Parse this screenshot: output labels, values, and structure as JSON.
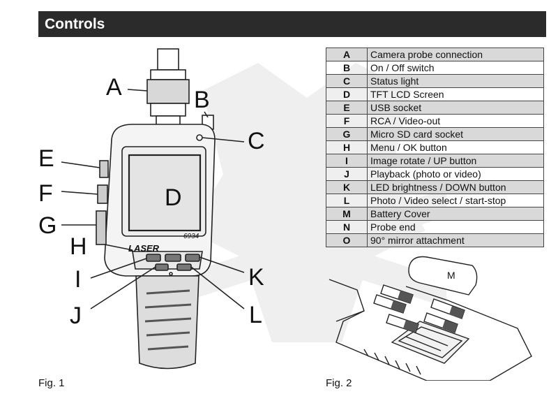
{
  "header": {
    "title": "Controls"
  },
  "legend": [
    {
      "key": "A",
      "desc": "Camera probe connection"
    },
    {
      "key": "B",
      "desc": "On / Off switch"
    },
    {
      "key": "C",
      "desc": "Status light"
    },
    {
      "key": "D",
      "desc": "TFT LCD Screen"
    },
    {
      "key": "E",
      "desc": "USB socket"
    },
    {
      "key": "F",
      "desc": "RCA / Video-out"
    },
    {
      "key": "G",
      "desc": "Micro SD card socket"
    },
    {
      "key": "H",
      "desc": "Menu / OK button"
    },
    {
      "key": "I",
      "desc": "Image rotate / UP button"
    },
    {
      "key": "J",
      "desc": "Playback (photo or video)"
    },
    {
      "key": "K",
      "desc": "LED brightness / DOWN button"
    },
    {
      "key": "L",
      "desc": "Photo / Video select / start-stop"
    },
    {
      "key": "M",
      "desc": "Battery Cover"
    },
    {
      "key": "N",
      "desc": "Probe end"
    },
    {
      "key": "O",
      "desc": "90° mirror attachment"
    }
  ],
  "figure1": {
    "caption": "Fig. 1",
    "brand": "LASER",
    "model": "6934",
    "screen_label": "D",
    "callouts": {
      "A": "A",
      "B": "B",
      "C": "C",
      "E": "E",
      "F": "F",
      "G": "G",
      "H": "H",
      "I": "I",
      "J": "J",
      "K": "K",
      "L": "L"
    }
  },
  "figure2": {
    "caption": "Fig. 2",
    "cover_label": "M"
  }
}
